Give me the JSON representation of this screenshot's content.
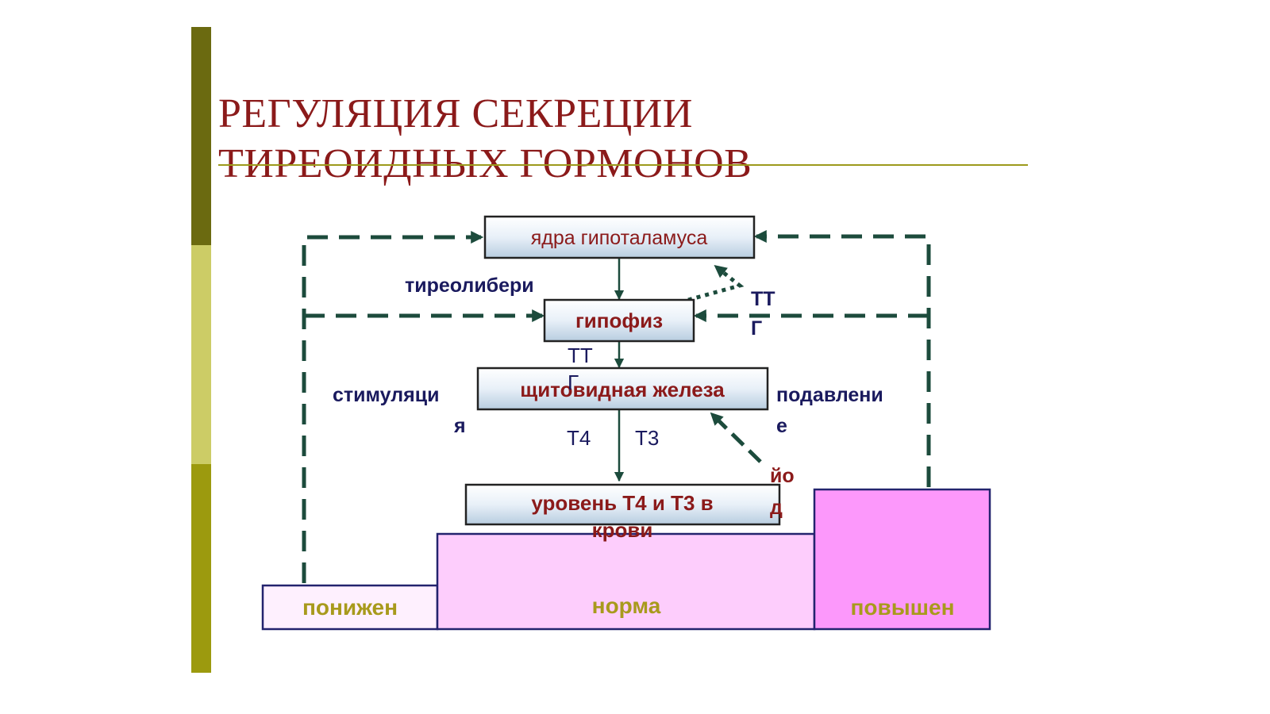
{
  "title": {
    "line1": "РЕГУЛЯЦИЯ СЕКРЕЦИИ",
    "line2": "ТИРЕОИДНЫХ ГОРМОНОВ"
  },
  "boxes": {
    "hypothalamus": "ядра гипоталамуса",
    "pituitary": "гипофиз",
    "thyroid": "щитовидная железа",
    "blood_level": {
      "line1": "уровень Т4 и Т3 в",
      "line2": "крови"
    }
  },
  "labels": {
    "thyroliberin": "тиреолибери",
    "ttg_top": "ТТ",
    "ttg_top2": "Г",
    "ttg_mid": "ТТ",
    "ttg_mid2": "Г",
    "stimulation": "стимуляци",
    "stimulation2": "я",
    "suppression": "подавлени",
    "suppression2": "е",
    "t4": "Т4",
    "t3": "Т3",
    "iodine": "йо",
    "iodine2": "д"
  },
  "levels": {
    "low": "понижен",
    "normal": "норма",
    "high": "повышен"
  },
  "colors": {
    "title": "#8b1a1a",
    "accent_dark": "#6b6a10",
    "accent_light": "#cccc66",
    "accent_mid": "#9c9a0e",
    "arrows": "#1c4b3c",
    "level_low": "#fef0fe",
    "level_normal": "#fdcdfc",
    "level_high": "#fc98fb"
  }
}
